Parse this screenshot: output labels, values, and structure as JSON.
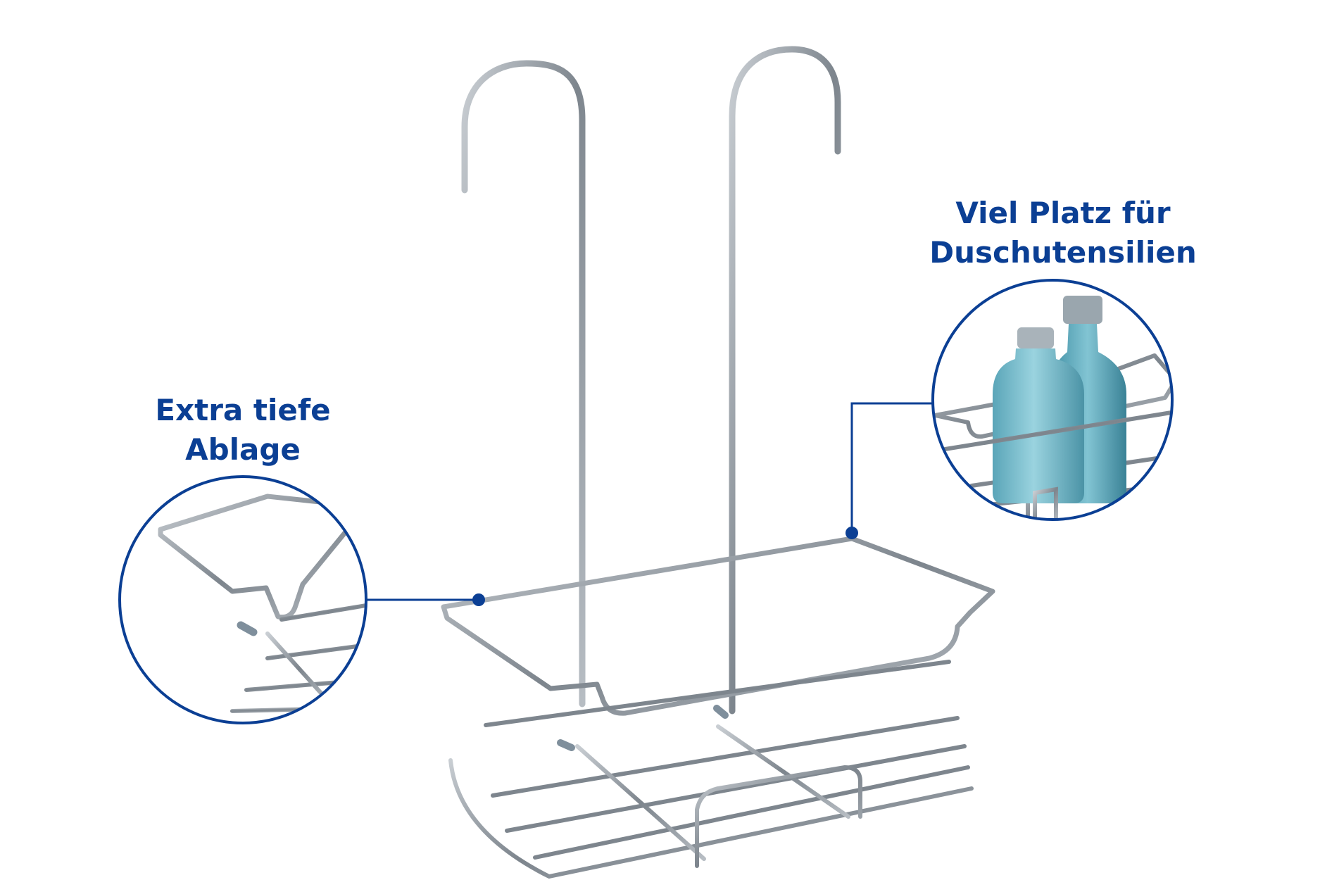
{
  "callouts": {
    "left": {
      "line1": "Extra tiefe",
      "line2": "Ablage"
    },
    "right": {
      "line1": "Viel Platz für",
      "line2": "Duschutensilien"
    }
  },
  "colors": {
    "accent": "#0b3f94",
    "chrome": "#8c949c",
    "liquid": "#6fb8c8",
    "background": "#ffffff"
  }
}
